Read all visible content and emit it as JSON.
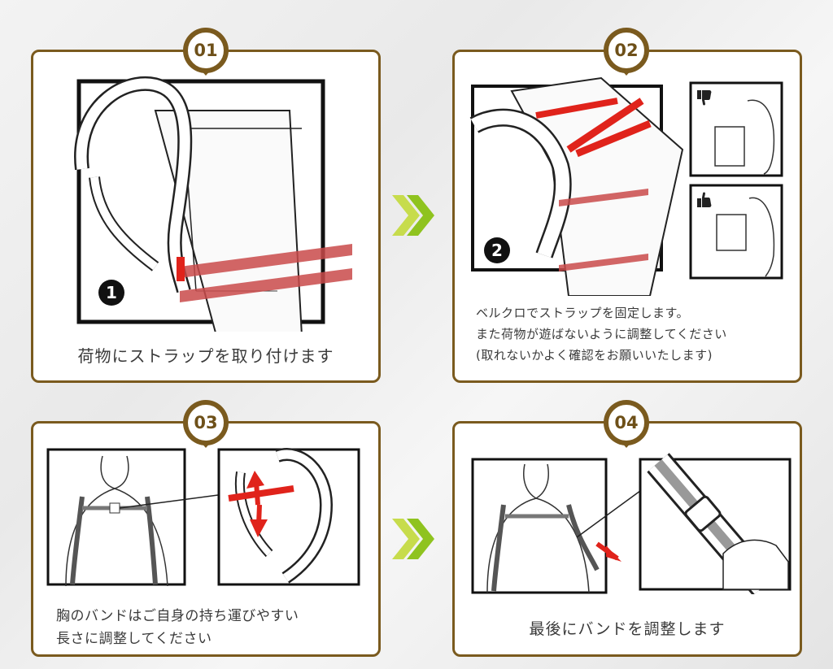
{
  "steps": [
    {
      "number": "01",
      "caption": "荷物にストラップを取り付けます",
      "illustration_marker": "1"
    },
    {
      "number": "02",
      "caption_lines": [
        "ベルクロでストラップを固定します。",
        "また荷物が遊ばないように調整してください",
        "(取れないかよく確認をお願いいたします)"
      ],
      "illustration_marker": "2"
    },
    {
      "number": "03",
      "caption_lines": [
        "胸のバンドはご自身の持ち運びやすい",
        "長さに調整してください"
      ]
    },
    {
      "number": "04",
      "caption": "最後にバンドを調整します"
    }
  ],
  "icons": [
    "chevron-right-icon",
    "thumbs-down-icon",
    "thumbs-up-icon"
  ],
  "colors": {
    "frame": "#7a5a1e",
    "strap": "#e0231b",
    "chevron_green": "#9ccc2a"
  }
}
